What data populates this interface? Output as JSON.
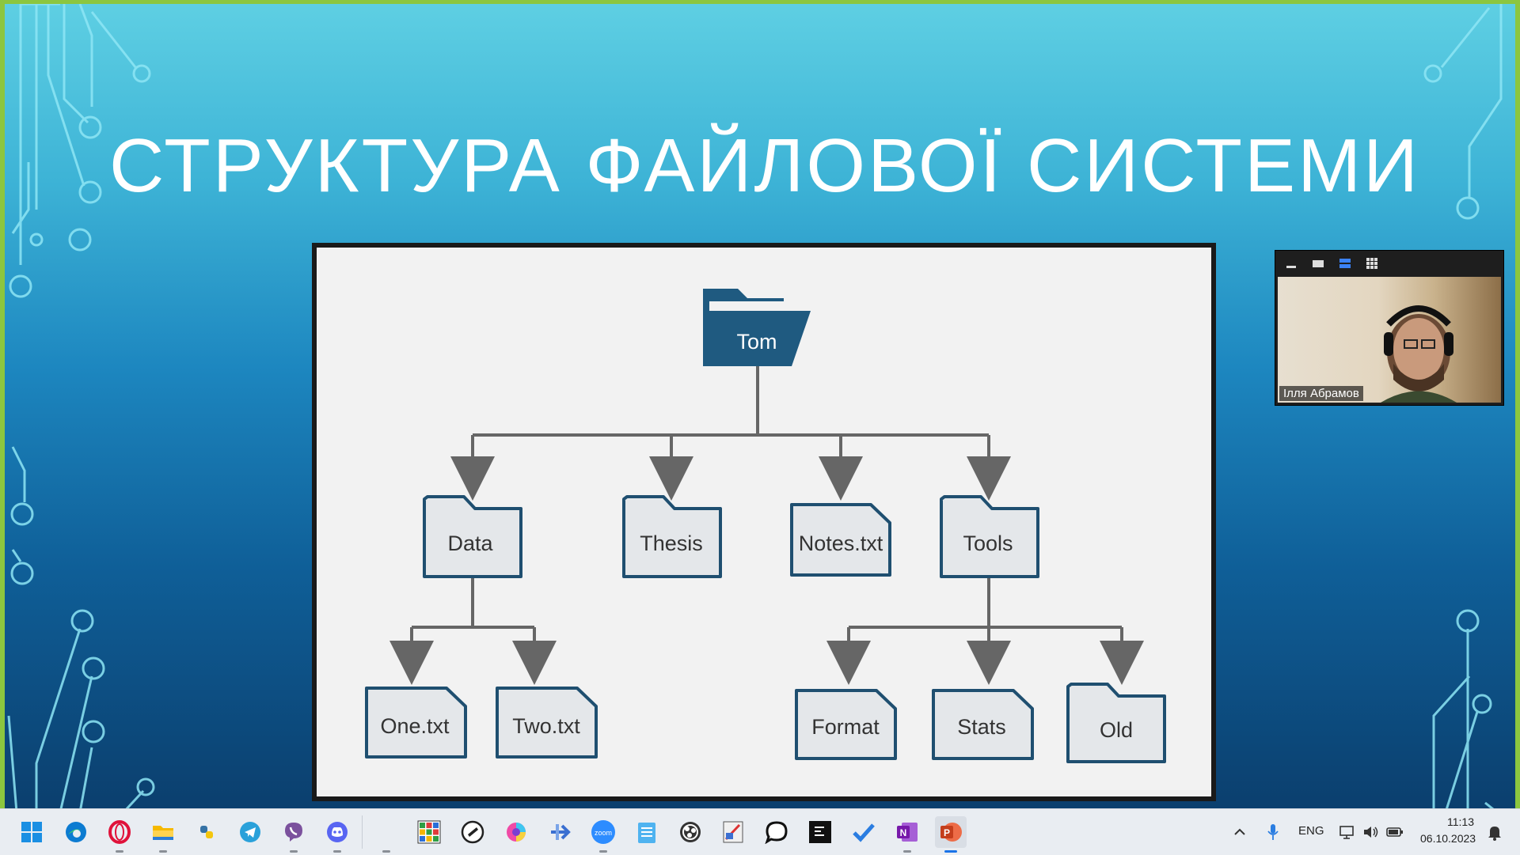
{
  "slide": {
    "title": "СТРУКТУРА ФАЙЛОВОЇ СИСТЕМИ"
  },
  "diagram": {
    "root": "Tom",
    "level1": [
      "Data",
      "Thesis",
      "Notes.txt",
      "Tools"
    ],
    "data_children": [
      "One.txt",
      "Two.txt"
    ],
    "tools_children": [
      "Format",
      "Stats",
      "Old"
    ]
  },
  "webcam": {
    "participant_name": "Ілля Абрамов"
  },
  "taskbar": {
    "language": "ENG",
    "time": "11:13",
    "date": "06.10.2023",
    "zoom_label": "zoom"
  },
  "colors": {
    "accent_green": "#8cc63f",
    "folder_root": "#1f5a80",
    "folder_border": "#1f4f70",
    "folder_fill": "#e4e7ea",
    "arrow": "#666666"
  }
}
